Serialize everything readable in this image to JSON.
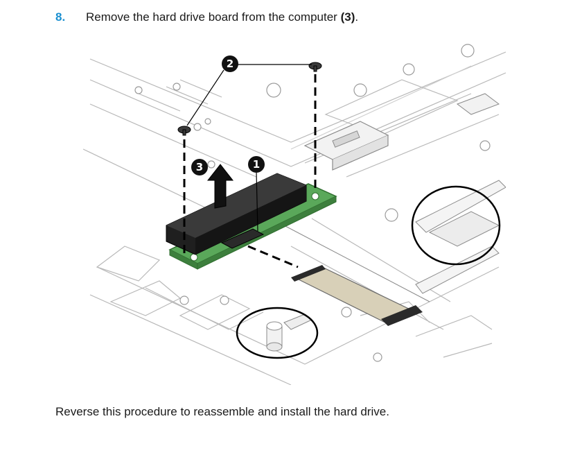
{
  "step": {
    "number": "8.",
    "text_before": "Remove the hard drive board from the computer ",
    "text_bold": "(3)",
    "text_after": "."
  },
  "figure": {
    "callouts": [
      "1",
      "2",
      "3"
    ]
  },
  "footer_text": "Reverse this procedure to reassemble and install the hard drive.",
  "colors": {
    "step_number": "#1a8fd0",
    "board": "#5aa85a",
    "callout_fill": "#111111",
    "annotation_ellipse": "#000000"
  }
}
